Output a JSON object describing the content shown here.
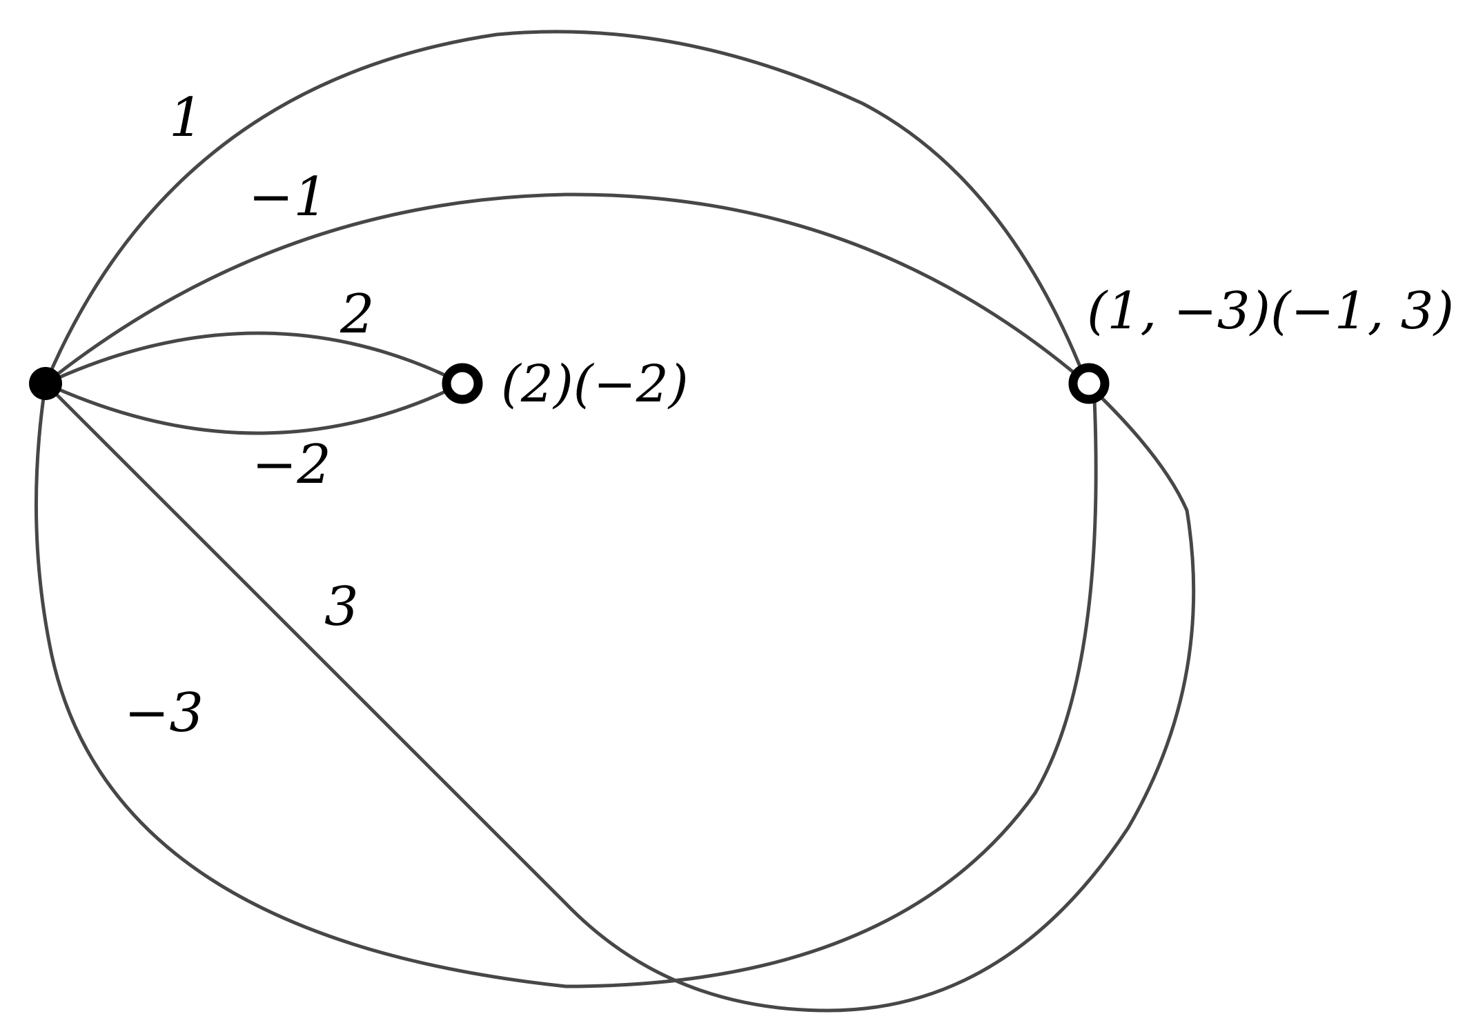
{
  "diagram": {
    "edges": [
      {
        "id": "e1",
        "label": "1"
      },
      {
        "id": "em1",
        "label": "−1"
      },
      {
        "id": "e2",
        "label": "2"
      },
      {
        "id": "em2",
        "label": "−2"
      },
      {
        "id": "e3",
        "label": "3"
      },
      {
        "id": "em3",
        "label": "−3"
      }
    ],
    "vertices": [
      {
        "id": "root",
        "style": "filled",
        "label": ""
      },
      {
        "id": "v2",
        "style": "open",
        "label": "(2)(−2)"
      },
      {
        "id": "v13",
        "style": "open",
        "label": "(1, −3)(−1, 3)"
      }
    ]
  }
}
